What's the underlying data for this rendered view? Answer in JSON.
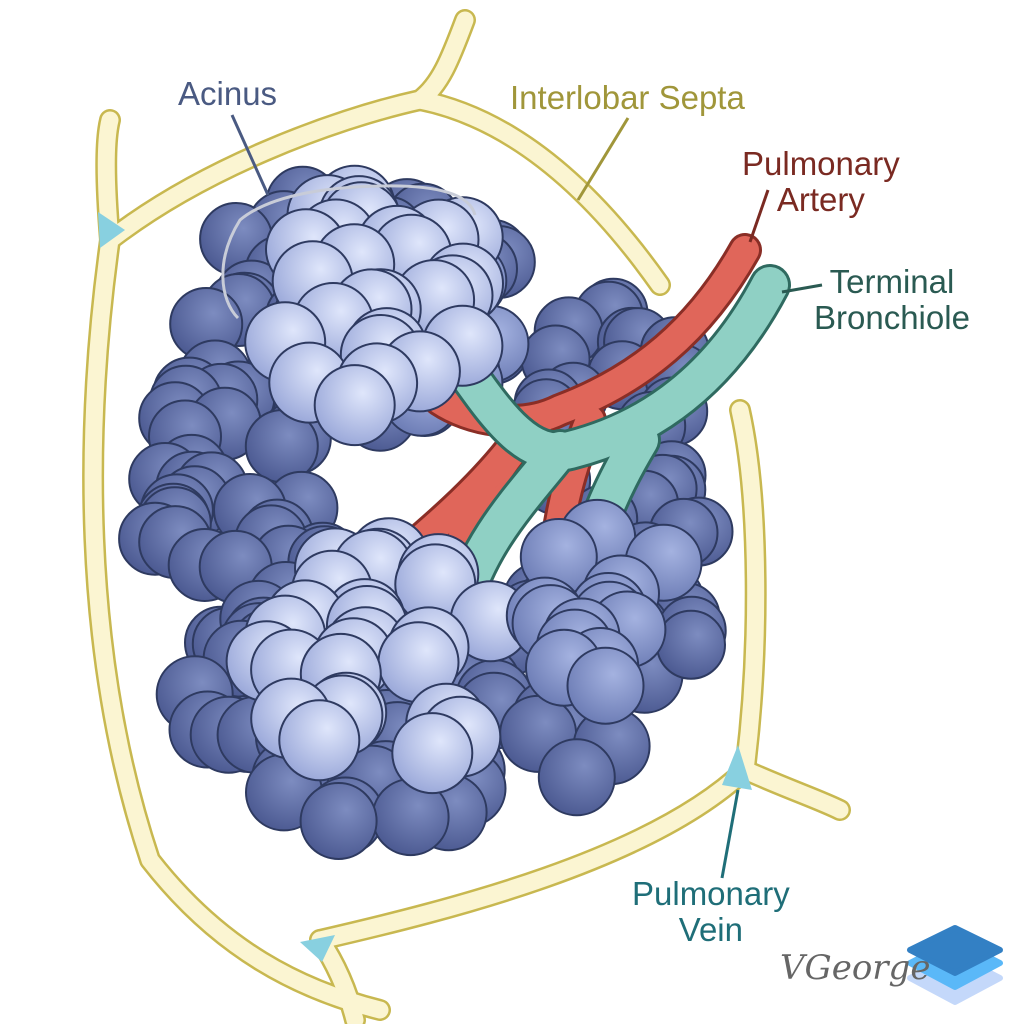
{
  "labels": {
    "acinus": "Acinus",
    "interlobar_septa": "Interlobar Septa",
    "pulmonary_artery": [
      "Pulmonary",
      "Artery"
    ],
    "terminal_bronchiole": [
      "Terminal",
      "Bronchiole"
    ],
    "pulmonary_vein": [
      "Pulmonary",
      "Vein"
    ]
  },
  "signature": "VGeorge",
  "colors": {
    "acinus": "#4a5a82",
    "septa": "#a0963a",
    "artery": "#7a2a22",
    "bronchiole": "#2a5a52",
    "vein": "#1f6e78"
  }
}
